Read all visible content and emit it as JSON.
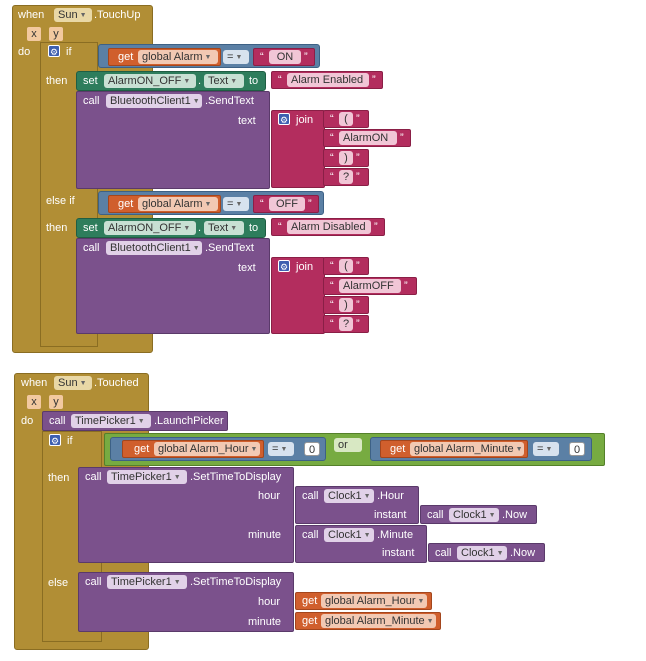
{
  "event1": {
    "when": "when",
    "component": "Sun",
    "event": ".TouchUp",
    "param_x": "x",
    "param_y": "y",
    "do": "do",
    "if": "if",
    "then": "then",
    "else_if": "else if",
    "cond1": {
      "get": "get",
      "var": "global Alarm",
      "op": "=",
      "value": "ON"
    },
    "set1": {
      "set": "set",
      "component": "AlarmON_OFF",
      "prop": "Text",
      "to": "to",
      "value": "Alarm Enabled"
    },
    "call1": {
      "call": "call",
      "component": "BluetoothClient1",
      "method": ".SendText",
      "arg": "text",
      "join": "join",
      "items": [
        "(",
        "AlarmON",
        ")",
        "?"
      ]
    },
    "cond2": {
      "get": "get",
      "var": "global Alarm",
      "op": "=",
      "value": "OFF"
    },
    "set2": {
      "set": "set",
      "component": "AlarmON_OFF",
      "prop": "Text",
      "to": "to",
      "value": "Alarm Disabled"
    },
    "call2": {
      "call": "call",
      "component": "BluetoothClient1",
      "method": ".SendText",
      "arg": "text",
      "join": "join",
      "items": [
        "(",
        "AlarmOFF",
        ")",
        "?"
      ]
    }
  },
  "event2": {
    "when": "when",
    "component": "Sun",
    "event": ".Touched",
    "param_x": "x",
    "param_y": "y",
    "do": "do",
    "call0": {
      "call": "call",
      "component": "TimePicker1",
      "method": ".LaunchPicker"
    },
    "if": "if",
    "then": "then",
    "else": "else",
    "or": "or",
    "cond_a": {
      "get": "get",
      "var": "global Alarm_Hour",
      "op": "=",
      "value": "0"
    },
    "cond_b": {
      "get": "get",
      "var": "global Alarm_Minute",
      "op": "=",
      "value": "0"
    },
    "then_call": {
      "call": "call",
      "component": "TimePicker1",
      "method": ".SetTimeToDisplay",
      "hour": "hour",
      "minute": "minute",
      "instant": "instant",
      "hour_call": {
        "call": "call",
        "component": "Clock1",
        "method": ".Hour"
      },
      "hour_now": {
        "call": "call",
        "component": "Clock1",
        "method": ".Now"
      },
      "min_call": {
        "call": "call",
        "component": "Clock1",
        "method": ".Minute"
      },
      "min_now": {
        "call": "call",
        "component": "Clock1",
        "method": ".Now"
      }
    },
    "else_call": {
      "call": "call",
      "component": "TimePicker1",
      "method": ".SetTimeToDisplay",
      "hour": "hour",
      "minute": "minute",
      "hour_get": {
        "get": "get",
        "var": "global Alarm_Hour"
      },
      "min_get": {
        "get": "get",
        "var": "global Alarm_Minute"
      }
    }
  }
}
